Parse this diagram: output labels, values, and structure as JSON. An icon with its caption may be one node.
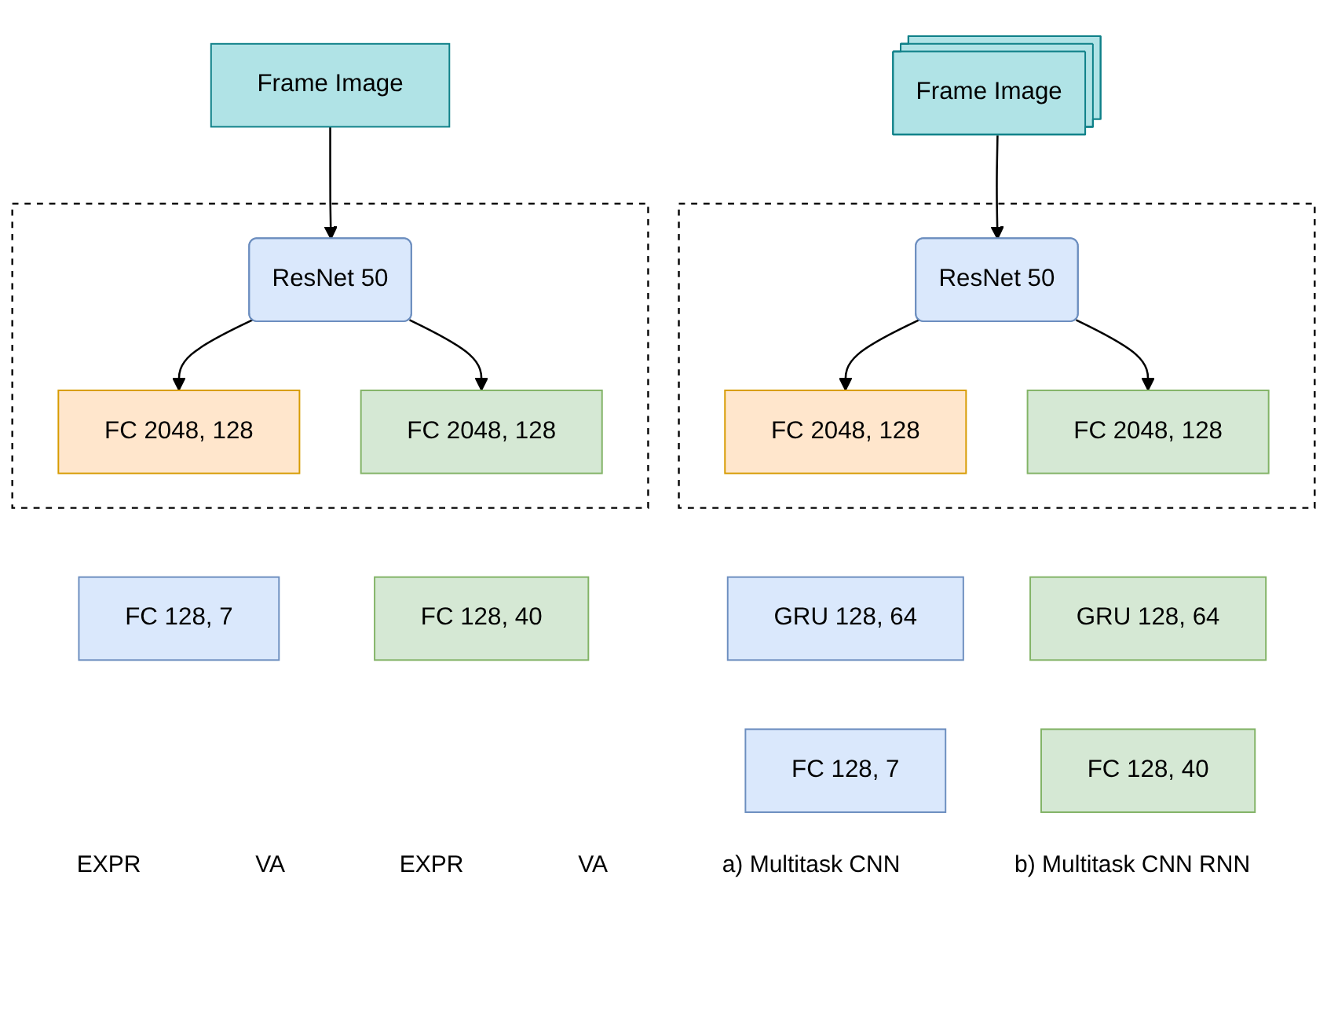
{
  "diagram": {
    "nodes": [
      {
        "text": [
          "Frame Image"
        ]
      },
      {
        "text": [],
        "shape": "box"
      },
      {
        "text": [
          "ResNet 50"
        ],
        "in": 1
      },
      {
        "text": [
          "FC 2048, 128"
        ],
        "in": 1
      },
      {
        "text": [
          "FC 2048, 128"
        ],
        "in": 1
      },
      {
        "text": [
          "FC 128, 7"
        ]
      },
      {
        "text": [
          "FC 128, 40"
        ]
      },
      {
        "text": [
          "Frame Image"
        ]
      },
      {
        "text": [],
        "shape": "box"
      },
      {
        "text": [
          "ResNet 50"
        ],
        "in": 8
      },
      {
        "text": [
          "FC 2048, 128"
        ],
        "in": 8
      },
      {
        "text": [
          "FC 2048, 128"
        ],
        "in": 8
      },
      {
        "text": [
          "GRU 128, 64"
        ]
      },
      {
        "text": [
          "GRU 128, 64"
        ]
      },
      {
        "text": [
          "FC 128, 7"
        ]
      },
      {
        "text": [
          "FC 128, 40"
        ]
      }
    ],
    "edges": [
      {
        "from": 0,
        "to": 2,
        "arrow": "to"
      },
      {
        "from": 2,
        "to": 3,
        "arrow": "to"
      },
      {
        "from": 2,
        "to": 4,
        "arrow": "to"
      },
      {
        "from": 7,
        "to": 9,
        "arrow": "to"
      },
      {
        "from": 9,
        "to": 10,
        "arrow": "to"
      },
      {
        "from": 9,
        "to": 11,
        "arrow": "to"
      }
    ],
    "labels": [
      "EXPR",
      "VA",
      "EXPR",
      "VA",
      "a) Multitask CNN",
      "b) Multitask CNN RNN"
    ]
  }
}
